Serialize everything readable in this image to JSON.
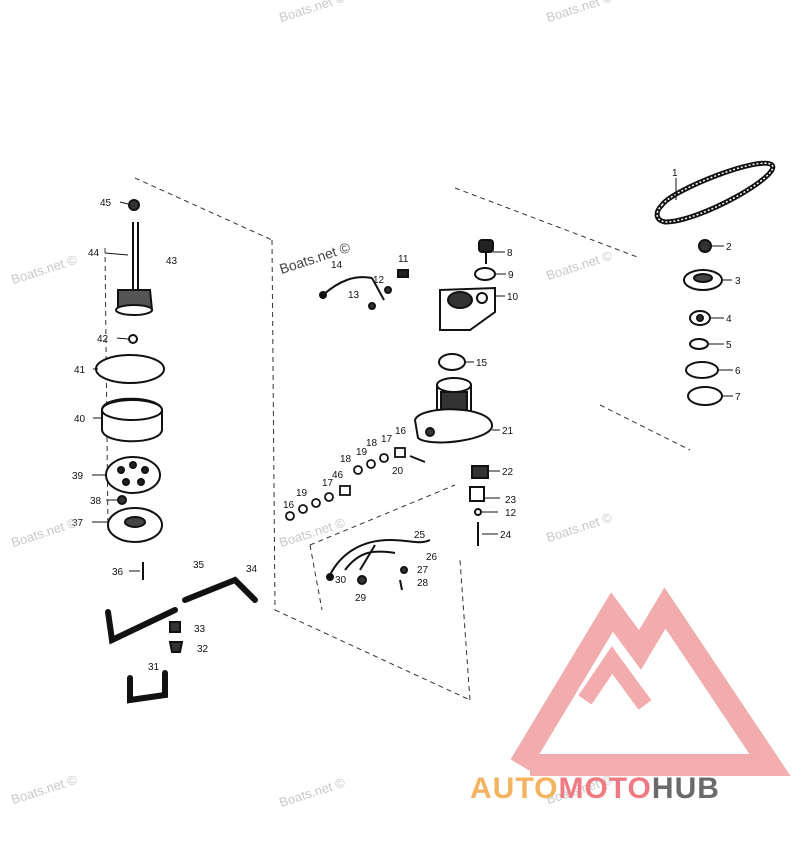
{
  "diagram": {
    "callouts": [
      "1",
      "2",
      "3",
      "4",
      "5",
      "6",
      "7",
      "8",
      "9",
      "10",
      "11",
      "12",
      "13",
      "14",
      "15",
      "16",
      "17",
      "18",
      "19",
      "20",
      "21",
      "22",
      "23",
      "24",
      "25",
      "26",
      "27",
      "28",
      "29",
      "30",
      "31",
      "32",
      "33",
      "34",
      "35",
      "36",
      "37",
      "38",
      "39",
      "40",
      "41",
      "42",
      "43",
      "44",
      "45",
      "46"
    ],
    "dup": {
      "n12b": "12",
      "n16b": "16",
      "n17b": "17",
      "n18b": "18",
      "n19b": "19"
    }
  },
  "watermark": {
    "text": "Boats.net ©"
  },
  "brand": {
    "auto": "AUTO",
    "moto": "MOTO",
    "hub": "HUB",
    "colors": {
      "auto": "#f5b25f",
      "moto": "#ef7a82",
      "hub": "#6a6a6a"
    }
  }
}
